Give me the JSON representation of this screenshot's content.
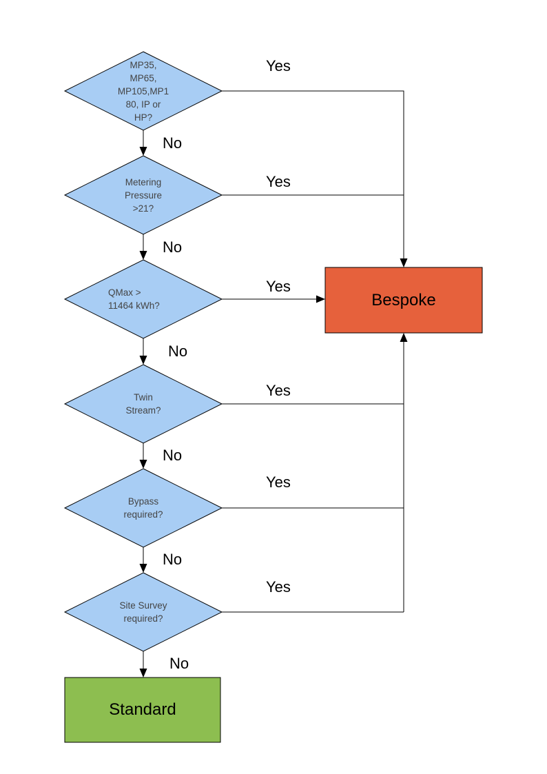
{
  "diagram": {
    "type": "flowchart",
    "edge_labels": {
      "yes": "Yes",
      "no": "No"
    },
    "decisions": [
      {
        "id": "meter-type",
        "label": "MP35,\nMP65,\nMP105,MP1\n80, IP or\nHP?"
      },
      {
        "id": "metering-pressure",
        "label": "Metering\nPressure\n>21?"
      },
      {
        "id": "qmax",
        "label": "QMax >\n11464 kWh?"
      },
      {
        "id": "twin-stream",
        "label": "Twin\nStream?"
      },
      {
        "id": "bypass",
        "label": "Bypass\nrequired?"
      },
      {
        "id": "site-survey",
        "label": "Site Survey\nrequired?"
      }
    ],
    "outcomes": {
      "bespoke": {
        "label": "Bespoke",
        "fill": "#E6613C"
      },
      "standard": {
        "label": "Standard",
        "fill": "#8DBE50"
      }
    },
    "colors": {
      "decision_fill": "#A8CDF4",
      "stroke": "#000000",
      "decision_text": "#444444",
      "label_text": "#000000",
      "background": "#FFFFFF"
    },
    "edges": [
      {
        "from": "meter-type",
        "answer": "Yes",
        "to": "bespoke"
      },
      {
        "from": "meter-type",
        "answer": "No",
        "to": "metering-pressure"
      },
      {
        "from": "metering-pressure",
        "answer": "Yes",
        "to": "bespoke"
      },
      {
        "from": "metering-pressure",
        "answer": "No",
        "to": "qmax"
      },
      {
        "from": "qmax",
        "answer": "Yes",
        "to": "bespoke"
      },
      {
        "from": "qmax",
        "answer": "No",
        "to": "twin-stream"
      },
      {
        "from": "twin-stream",
        "answer": "Yes",
        "to": "bespoke"
      },
      {
        "from": "twin-stream",
        "answer": "No",
        "to": "bypass"
      },
      {
        "from": "bypass",
        "answer": "Yes",
        "to": "bespoke"
      },
      {
        "from": "bypass",
        "answer": "No",
        "to": "site-survey"
      },
      {
        "from": "site-survey",
        "answer": "Yes",
        "to": "bespoke"
      },
      {
        "from": "site-survey",
        "answer": "No",
        "to": "standard"
      }
    ]
  }
}
